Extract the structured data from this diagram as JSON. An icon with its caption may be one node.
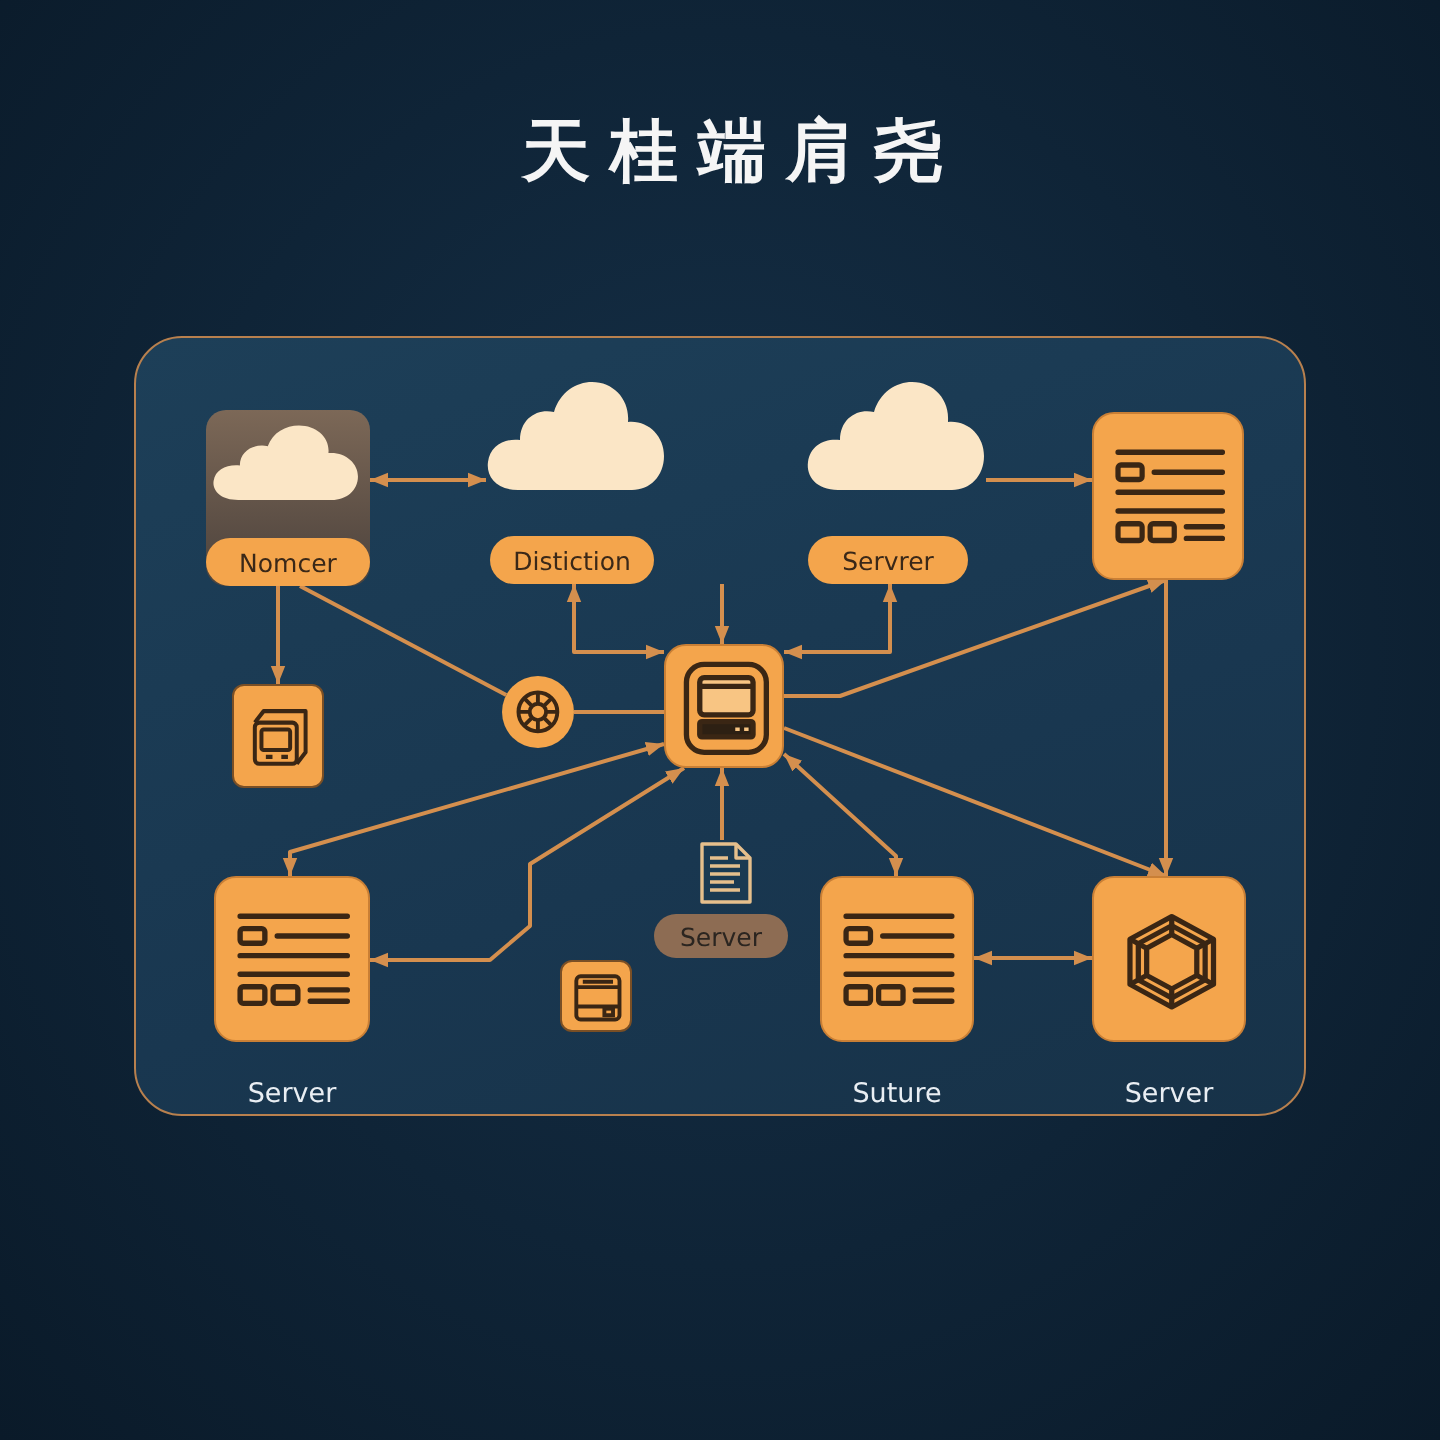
{
  "diagram": {
    "title": "天桂端肩尧",
    "nodes": [
      {
        "text": [
          "Nomcer"
        ]
      },
      {
        "text": [],
        "shape": "cloud"
      },
      {
        "text": [
          "Distiction"
        ]
      },
      {
        "text": [],
        "shape": "cloud"
      },
      {
        "text": [
          "Servrer"
        ]
      },
      {
        "text": [],
        "shape": "box"
      },
      {
        "text": [],
        "shape": "box"
      },
      {
        "text": [],
        "shape": "circle"
      },
      {
        "text": [],
        "shape": "box"
      },
      {
        "text": [],
        "shape": "box",
        "beside": [
          "Server"
        ]
      },
      {
        "text": [],
        "shape": "picture"
      },
      {
        "text": [
          "Server"
        ]
      },
      {
        "text": [],
        "shape": "box"
      },
      {
        "text": [],
        "shape": "box",
        "beside": [
          "Suture"
        ]
      },
      {
        "text": [],
        "shape": "box",
        "beside": [
          "Server"
        ]
      }
    ],
    "edges": [
      {
        "from": 0,
        "to": 1,
        "arrow": "both"
      },
      {
        "from": 3,
        "to": 5,
        "arrow": "to"
      },
      {
        "from": 0,
        "to": 6,
        "arrow": "to"
      },
      {
        "from": 0,
        "to": 7,
        "arrow": "none"
      },
      {
        "from": 7,
        "to": 8,
        "arrow": "none"
      },
      {
        "from": 2,
        "to": 8,
        "arrow": "both"
      },
      {
        "from": 4,
        "to": 8,
        "arrow": "both"
      },
      {
        "from": null,
        "to": 8,
        "arrow": "to"
      },
      {
        "from": 8,
        "to": 5,
        "arrow": "to"
      },
      {
        "from": 5,
        "to": 14,
        "arrow": "to"
      },
      {
        "from": 8,
        "to": 14,
        "arrow": "to"
      },
      {
        "from": 9,
        "to": 8,
        "arrow": "both"
      },
      {
        "from": 9,
        "to": 8,
        "arrow": "both"
      },
      {
        "from": 10,
        "to": 8,
        "arrow": "to"
      },
      {
        "from": 8,
        "to": 13,
        "arrow": "both"
      },
      {
        "from": 13,
        "to": 14,
        "arrow": "both"
      }
    ]
  }
}
